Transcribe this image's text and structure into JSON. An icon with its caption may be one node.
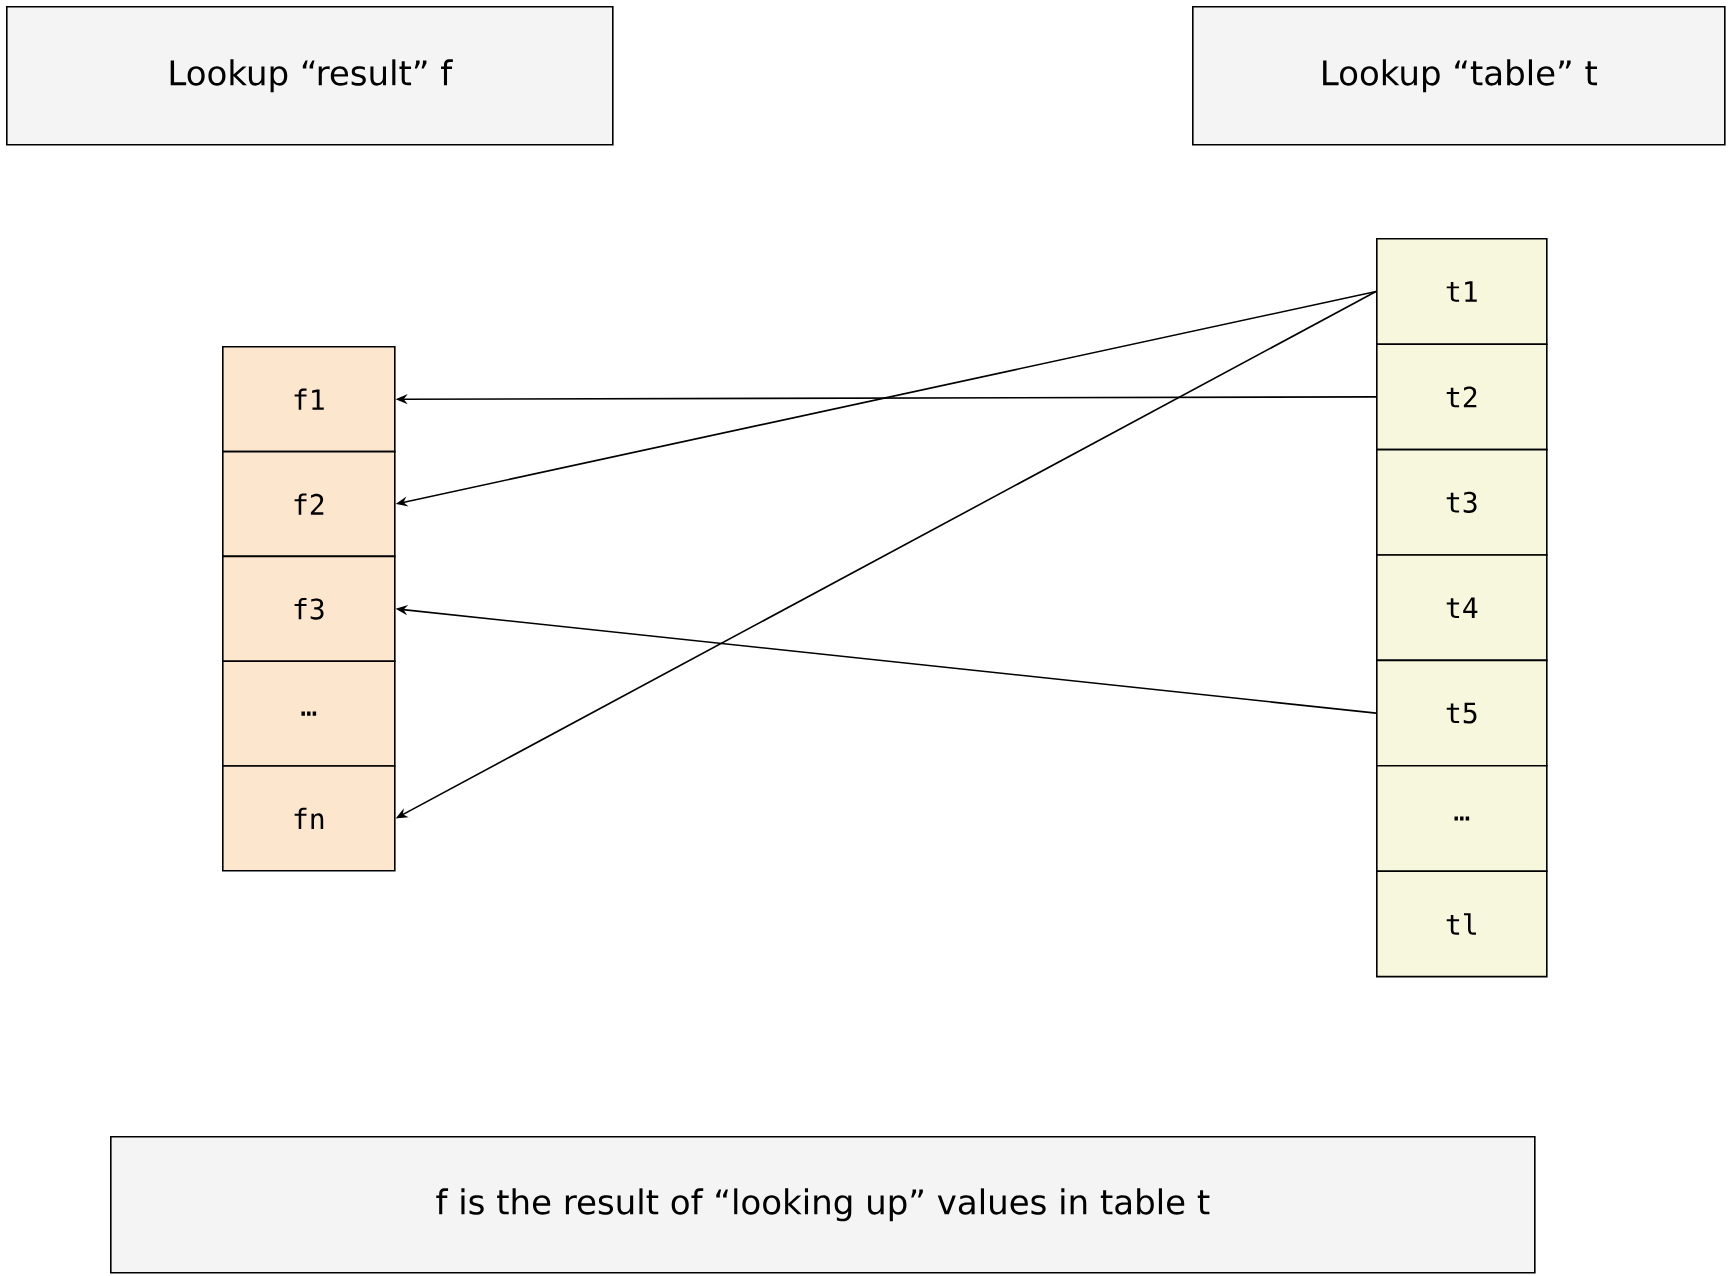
{
  "diagram": {
    "nodes": [
      {
        "text": [
          "Lookup “result” f"
        ]
      },
      {
        "text": [
          "Lookup “table” t"
        ]
      },
      {
        "text": [
          "f1"
        ]
      },
      {
        "text": [
          "f2"
        ]
      },
      {
        "text": [
          "f3"
        ]
      },
      {
        "text": [
          "…"
        ]
      },
      {
        "text": [
          "fn"
        ]
      },
      {
        "text": [
          "t1"
        ]
      },
      {
        "text": [
          "t2"
        ]
      },
      {
        "text": [
          "t3"
        ]
      },
      {
        "text": [
          "t4"
        ]
      },
      {
        "text": [
          "t5"
        ]
      },
      {
        "text": [
          "…"
        ]
      },
      {
        "text": [
          "tl"
        ]
      },
      {
        "text": [
          "f is the result of “looking up” values in table t"
        ]
      }
    ],
    "edges": [
      {
        "from": 7,
        "to": 3,
        "arrow": "to"
      },
      {
        "from": 7,
        "to": 6,
        "arrow": "to"
      },
      {
        "from": 8,
        "to": 2,
        "arrow": "to"
      },
      {
        "from": 11,
        "to": 4,
        "arrow": "to"
      }
    ]
  }
}
